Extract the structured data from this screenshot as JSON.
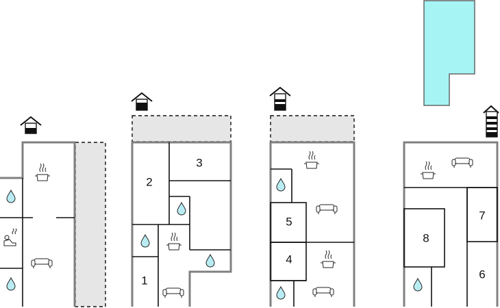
{
  "floor_plan": {
    "room_numbers": [
      "1",
      "2",
      "3",
      "4",
      "5",
      "6",
      "7",
      "8"
    ],
    "colors": {
      "wall": "#808080",
      "partition": "#111111",
      "terrace_fill": "#e6e6e6",
      "pool_fill": "#a6f4f4",
      "water_drop": "#b8ecf2"
    },
    "icons": [
      "floor-level-icon",
      "pool",
      "shower-drop-icon",
      "cooking-pot-icon",
      "sofa-icon",
      "sauna-icon"
    ]
  }
}
